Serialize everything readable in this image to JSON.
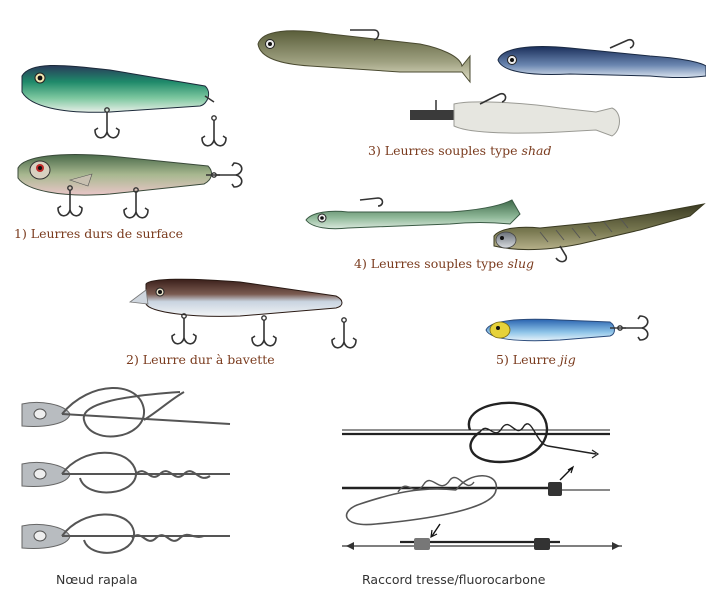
{
  "captions": {
    "c1": "1) Leurres durs de surface",
    "c2": "2) Leurre dur à bavette",
    "c3_prefix": "3) Leurres souples type ",
    "c3_italic": "shad",
    "c4_prefix": "4) Leurres souples type ",
    "c4_italic": "slug",
    "c5_prefix": "5) Leurre ",
    "c5_italic": "jig",
    "c6": "Nœud rapala",
    "c7": "Raccord tresse/fluorocarbone"
  },
  "colors": {
    "caption": "#7a3b1e",
    "line": "#444444",
    "braid": "#222222"
  },
  "icons": {
    "treble_hook": "treble-hook-icon",
    "jig_hook": "jig-hook-icon"
  }
}
